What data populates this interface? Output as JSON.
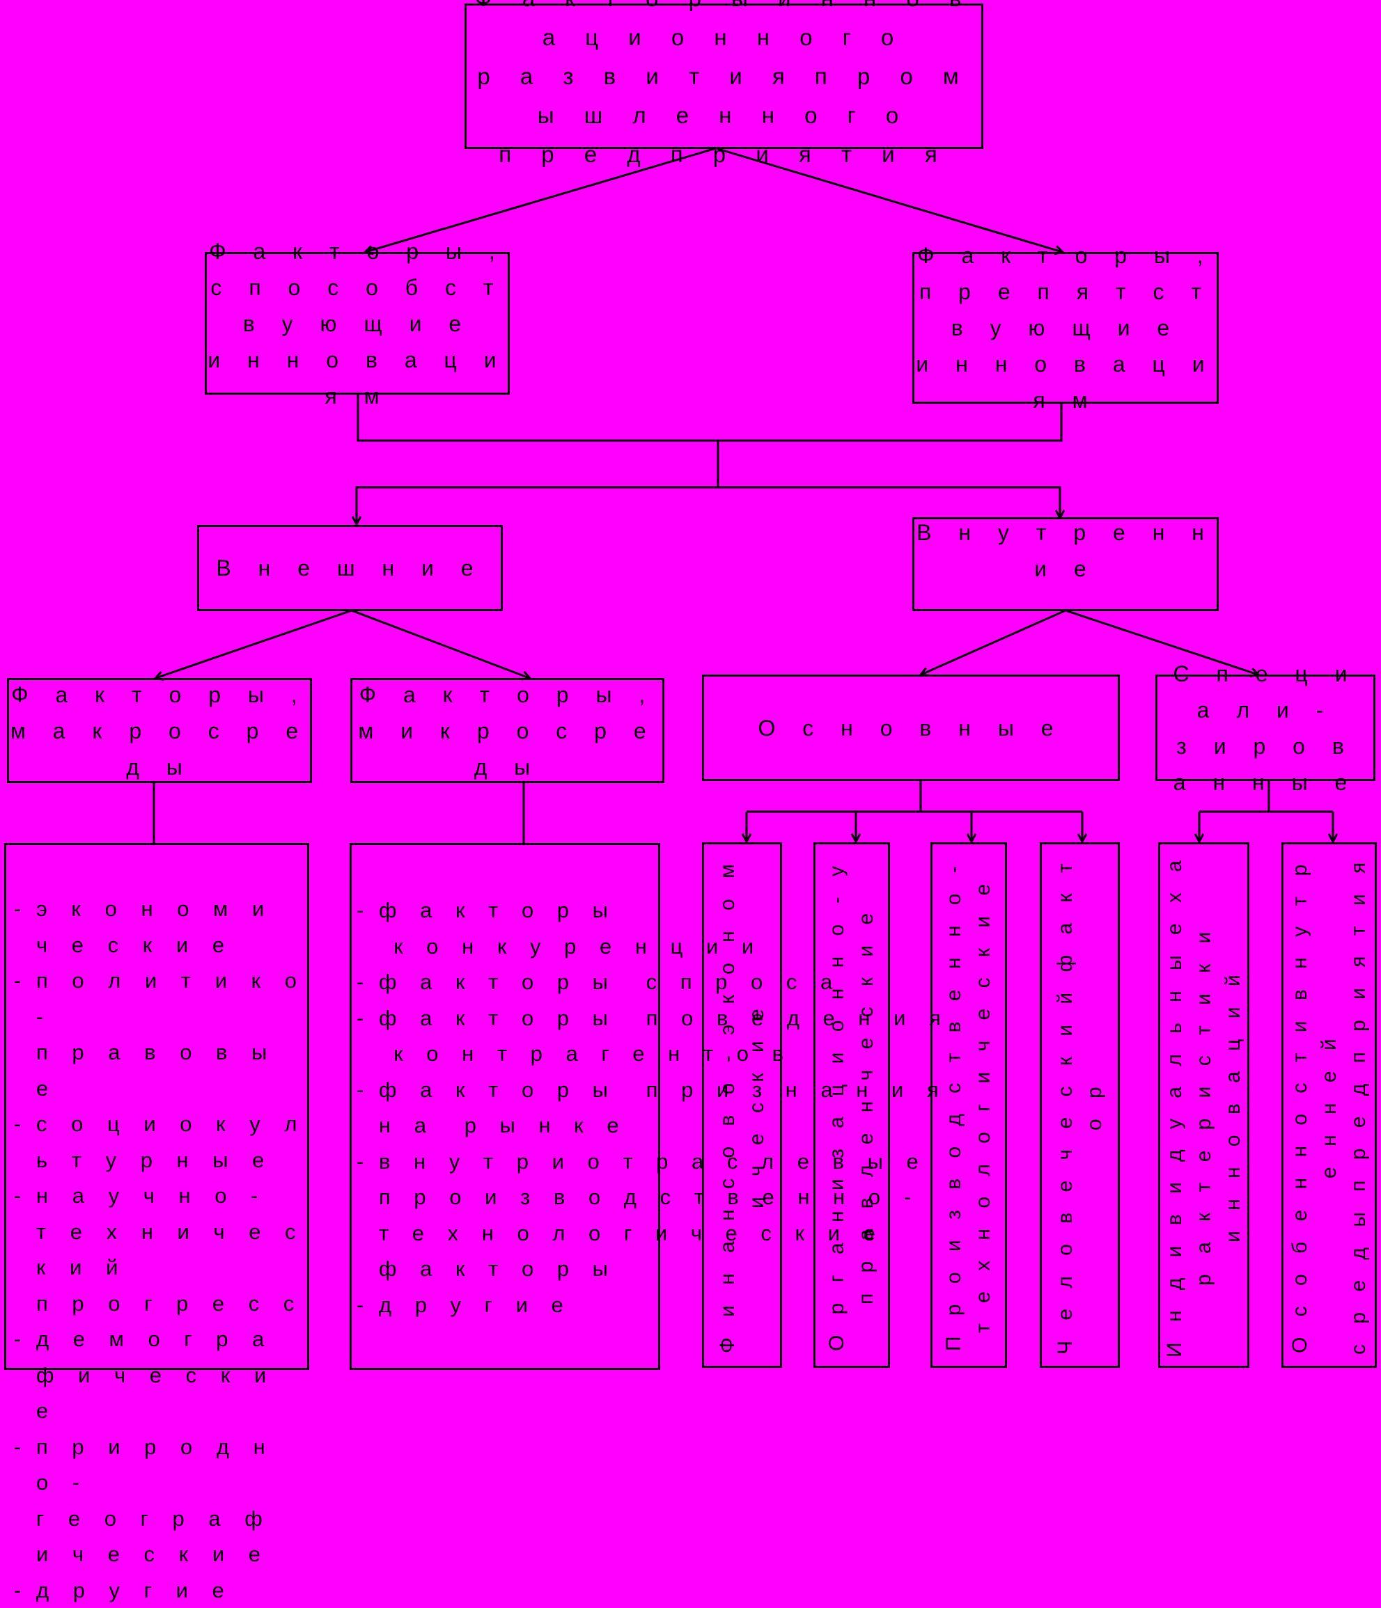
{
  "root": {
    "title": "Ф а к т о р ы  и н н о в а ц и о н н о г о\nр а з в и т и я  п р о м ы ш л е н н о г о\nп р е д п р и я т и я"
  },
  "level1": {
    "promoting": "Ф а к т о р ы ,\nс п о с о б с т в у ю щ и е\nи н н о в а ц и я м",
    "hindering": "Ф а к т о р ы ,\nп р е п я т с т в у ю щ и е\nи н н о в а ц и я м"
  },
  "level2": {
    "external": "В н е ш н и е",
    "internal": "В н у т р е н н и е"
  },
  "level3": {
    "macro": "Ф а к т о р ы ,\nм а к р о с р е д ы",
    "micro": "Ф а к т о р ы ,\nм и к р о с р е д ы",
    "basic": "О с н о в н ы е",
    "specialized": "С п е ц и а л и -\nз и р о в а н н ы е"
  },
  "macro_list": [
    "э к о н о м и ч е с к и е",
    "п о л и т и к о -\nп р а в о в ы е",
    "с о ц и о к у л ь т у р н ы е",
    "н а у ч н о -\nт е х н и ч е с к и й\nп р о г р е с с",
    "д е м о г р а ф и ч е с к и е",
    "п р и р о д н о -\nг е о г р а ф и ч е с к и е",
    "д р у г и е"
  ],
  "micro_list": [
    "ф а к т о р ы\n к о н к у р е н ц и и",
    "ф а к т о р ы  с п р о с а",
    "ф а к т о р ы  п о в е д е н и я\n к о н т р а г е н т о в",
    "ф а к т о р ы  п р и з н а н и я\nн а  р ы н к е",
    "в н у т р и о т р а с л е в ы е\nп р о и з в о д с т в е н н о -\nт е х н о л о г и ч е с к и е\nф а к т о р ы",
    "д р у г и е"
  ],
  "basic_items": [
    "Ф и н а н с о в о - э к о н о м и ч е с к и е",
    "О р г а н и з а ц и о н н о - у п р а в л е н ч е с к и е",
    "П р о и з в о д с т в е н н о - т е х н о л о г и ч е с к и е",
    "Ч е л о в е ч е с к и й  ф а к т о р"
  ],
  "special_items": [
    "И н д и в и д у а л ь н ы е  х а р а к т е р и с т и к и\nи н н о в а ц и й",
    "О с о б е н н о с т и  в н у т р е н н е й\nс р е д ы  п р е д п р и я т и я"
  ]
}
